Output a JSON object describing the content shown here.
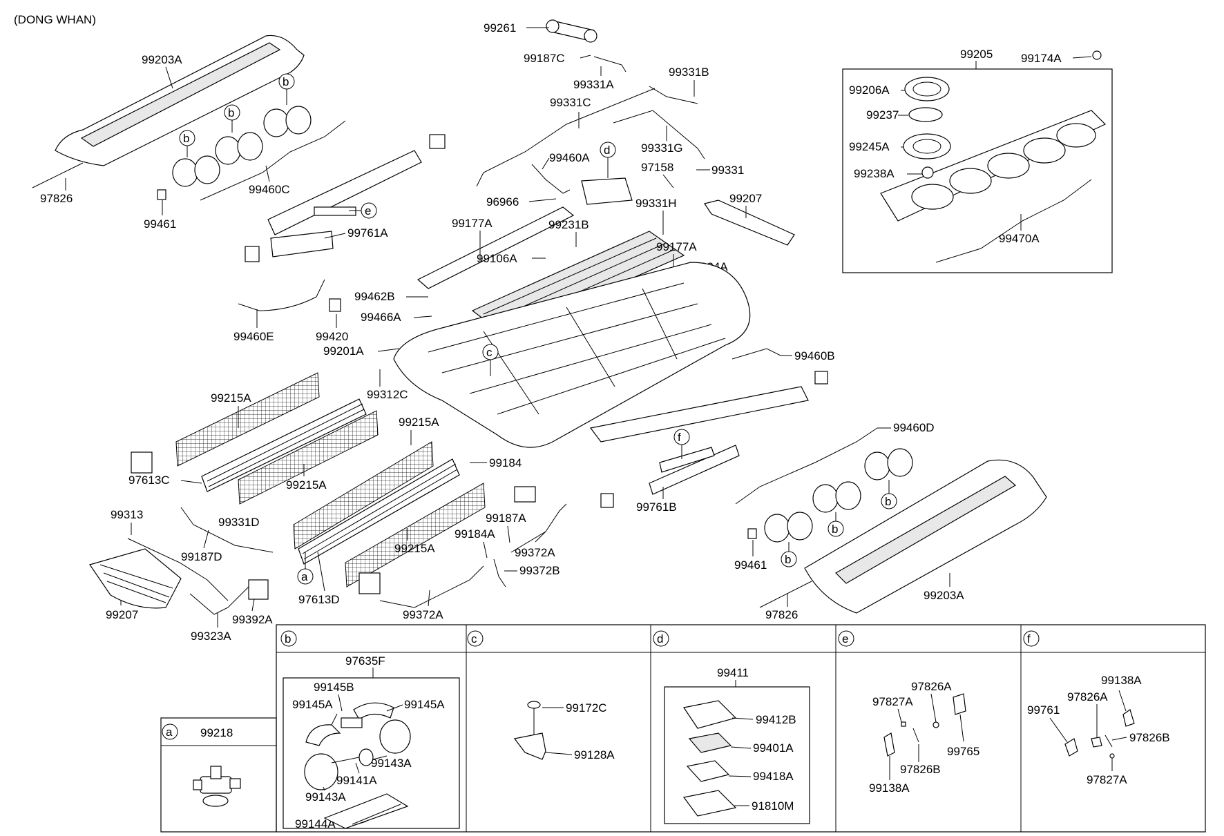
{
  "header": "(DONG WHAN)",
  "labels": {
    "l99261": "99261",
    "l99187C": "99187C",
    "l99331A": "99331A",
    "l99331B": "99331B",
    "l99331C": "99331C",
    "l99460A": "99460A",
    "l96966": "96966",
    "l99331G": "99331G",
    "l97158": "97158",
    "l99331": "99331",
    "l99331H": "99331H",
    "l99207_top": "99207",
    "l99177A_1": "99177A",
    "l99231B": "99231B",
    "l99106A": "99106A",
    "l99177A_2": "99177A",
    "l99224A": "99224A",
    "l99462B": "99462B",
    "l99466A": "99466A",
    "l99201A": "99201A",
    "l99460B": "99460B",
    "l99312C": "99312C",
    "l99203A_top": "99203A",
    "l97826_top": "97826",
    "l99461_top": "99461",
    "l99460C": "99460C",
    "l99761A": "99761A",
    "l99460E": "99460E",
    "l99420": "99420",
    "l99215A_1": "99215A",
    "l99215A_2": "99215A",
    "l99215A_3": "99215A",
    "l99215A_4": "99215A",
    "l97613C": "97613C",
    "l99184": "99184",
    "l99313": "99313",
    "l99331D": "99331D",
    "l99187D": "99187D",
    "l99207_bottom": "99207",
    "l99323A": "99323A",
    "l99392A": "99392A",
    "l97613D": "97613D",
    "l99372A_1": "99372A",
    "l99372A_2": "99372A",
    "l99372B": "99372B",
    "l99187A": "99187A",
    "l99184A": "99184A",
    "l99460D": "99460D",
    "l99761B": "99761B",
    "l99461_bottom": "99461",
    "l99203A_bottom": "99203A",
    "l97826_bottom": "97826",
    "l99205": "99205",
    "l99174A": "99174A",
    "l99206A": "99206A",
    "l99237": "99237",
    "l99245A": "99245A",
    "l99238A": "99238A",
    "l99470A": "99470A"
  },
  "callouts": {
    "b": "b",
    "c": "c",
    "d": "d",
    "e": "e",
    "f": "f",
    "a": "a"
  },
  "detail_panels": {
    "a": {
      "key": "a",
      "part": "99218"
    },
    "b": {
      "key": "b",
      "assembly": "97635F",
      "parts": [
        "99145B",
        "99145A",
        "99145A",
        "99143A",
        "99141A",
        "99143A",
        "99144A"
      ]
    },
    "c": {
      "key": "c",
      "parts": [
        "99172C",
        "99128A"
      ]
    },
    "d": {
      "key": "d",
      "assembly": "99411",
      "parts": [
        "99412B",
        "99401A",
        "99418A",
        "91810M"
      ]
    },
    "e": {
      "key": "e",
      "parts": [
        "97826A",
        "97827A",
        "99765",
        "97826B",
        "99138A"
      ]
    },
    "f": {
      "key": "f",
      "parts": [
        "99138A",
        "97826A",
        "99761",
        "97826B",
        "97827A"
      ]
    }
  }
}
